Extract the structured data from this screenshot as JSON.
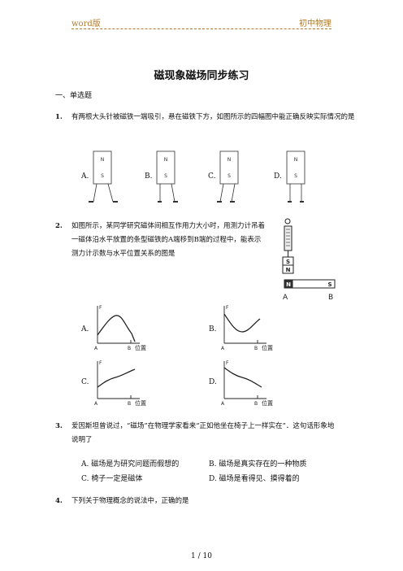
{
  "header": {
    "left": "word版",
    "right": "初中物理"
  },
  "title": "磁现象磁场同步练习",
  "section": "一、单选题",
  "q1": {
    "num": "1.",
    "text": "有两根大头针被磁铁一端吸引，悬在磁铁下方，如图所示的四幅图中能正确反映实际情况的是",
    "options": [
      "A.",
      "B.",
      "C.",
      "D."
    ],
    "magnet_n": "N",
    "magnet_s": "S"
  },
  "q2": {
    "num": "2.",
    "text": "如图所示，某同学研究磁体间相互作用力大小时，用测力计吊着一磁体沿水平放置的条型磁铁的A端移到B端的过程中，能表示测力计示数与水平位置关系的图是",
    "fig": {
      "top_n": "N",
      "top_s": "S",
      "bar_n": "N",
      "bar_s": "S",
      "a": "A",
      "b": "B"
    },
    "options": [
      "A.",
      "B.",
      "C.",
      "D."
    ],
    "graph": {
      "f": "F",
      "a": "A",
      "b": "B",
      "pos": "位置"
    }
  },
  "q3": {
    "num": "3.",
    "text": "爱因斯坦曾说过，“磁场”在物理学家看来“正如他坐在椅子上一样实在”．这句话形象地说明了",
    "options": [
      {
        "letter": "A.",
        "text": "磁场是为研究问题而假想的"
      },
      {
        "letter": "B.",
        "text": "磁场是真实存在的一种物质"
      },
      {
        "letter": "C.",
        "text": "椅子一定是磁体"
      },
      {
        "letter": "D.",
        "text": "磁场是看得见、摸得着的"
      }
    ]
  },
  "q4": {
    "num": "4.",
    "text": "下列关于物理概念的说法中，正确的是"
  },
  "footer": "1 / 10"
}
